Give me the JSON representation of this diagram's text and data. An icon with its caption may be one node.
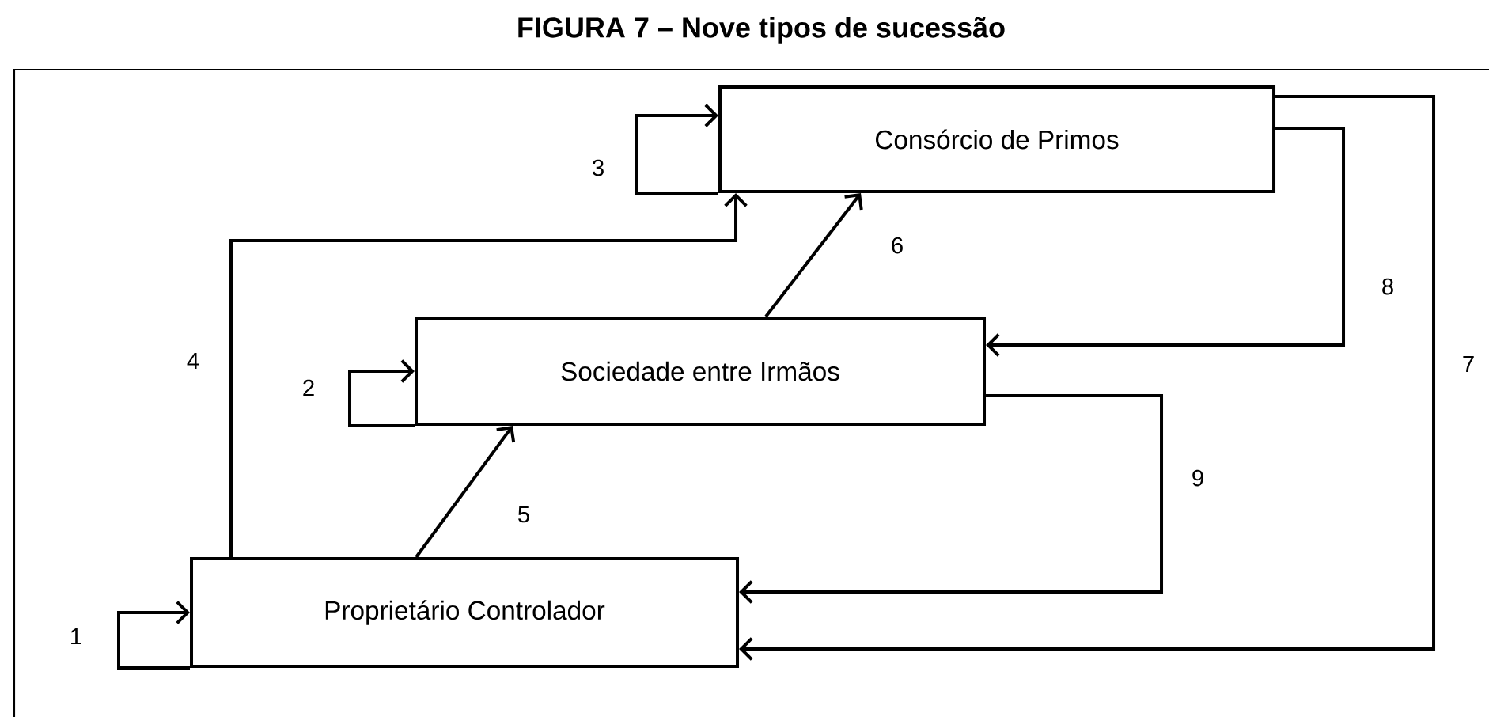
{
  "diagram": {
    "title": "FIGURA 7 – Nove tipos de sucessão",
    "nodes": [
      {
        "text": [
          "Consórcio de Primos"
        ]
      },
      {
        "text": [
          "Sociedade entre Irmãos"
        ]
      },
      {
        "text": [
          "Proprietário Controlador"
        ]
      }
    ],
    "edges": [
      {
        "from": 2,
        "to": 2,
        "arrow": "to",
        "label": "1"
      },
      {
        "from": 1,
        "to": 1,
        "arrow": "to",
        "label": "2"
      },
      {
        "from": 0,
        "to": 0,
        "arrow": "to",
        "label": "3"
      },
      {
        "from": 2,
        "to": 0,
        "arrow": "to",
        "label": "4"
      },
      {
        "from": 2,
        "to": 1,
        "arrow": "to",
        "label": "5"
      },
      {
        "from": 1,
        "to": 0,
        "arrow": "to",
        "label": "6"
      },
      {
        "from": 0,
        "to": 2,
        "arrow": "to",
        "label": "7"
      },
      {
        "from": 0,
        "to": 1,
        "arrow": "to",
        "label": "8"
      },
      {
        "from": 1,
        "to": 2,
        "arrow": "to",
        "label": "9"
      }
    ]
  }
}
